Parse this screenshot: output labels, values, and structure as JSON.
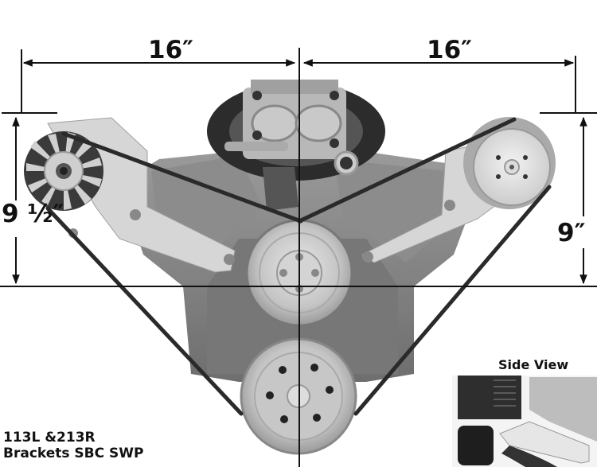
{
  "dimensions": {
    "top_left": "16″",
    "top_right": "16″",
    "left_height": "9 ½″",
    "right_height": "9″"
  },
  "caption": {
    "line1": "113L &213R",
    "line2": "Brackets SBC SWP"
  },
  "inset": {
    "title": "Side View"
  },
  "components": {
    "left": "alternator",
    "right": "ac-compressor",
    "center_upper": "water-pump-pulley",
    "center_lower": "crank-pulley",
    "top": "carburetor"
  },
  "colors": {
    "line": "#111111",
    "engine": "#8a8a8a",
    "engine_dark": "#4a4a4a",
    "bracket": "#d8d8d8",
    "pulley": "#cfcfcf",
    "belt": "#2a2a2a"
  }
}
